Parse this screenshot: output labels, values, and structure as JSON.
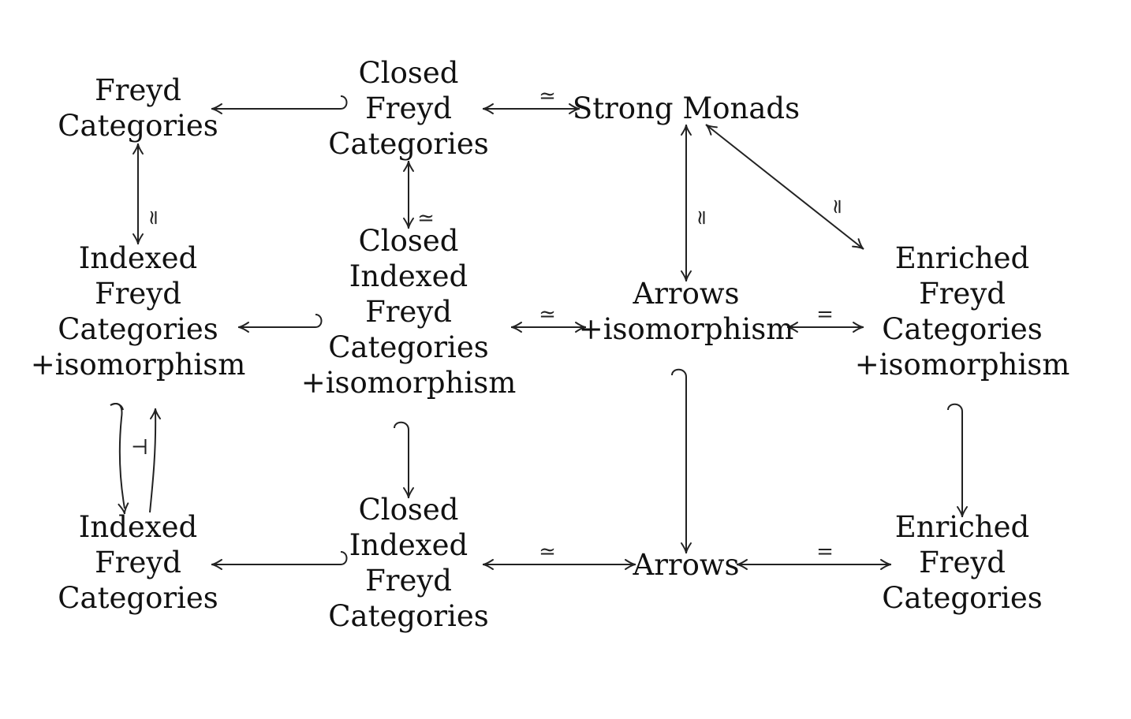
{
  "nodes": {
    "freyd": [
      "Freyd",
      "Categories"
    ],
    "closed_freyd": [
      "Closed",
      "Freyd",
      "Categories"
    ],
    "strong_monads": [
      "Strong Monads"
    ],
    "indexed_freyd_iso": [
      "Indexed",
      "Freyd",
      "Categories",
      "+isomorphism"
    ],
    "closed_indexed_freyd_iso": [
      "Closed",
      "Indexed",
      "Freyd",
      "Categories",
      "+isomorphism"
    ],
    "arrows_iso": [
      "Arrows",
      "+isomorphism"
    ],
    "enriched_freyd_iso": [
      "Enriched",
      "Freyd",
      "Categories",
      "+isomorphism"
    ],
    "indexed_freyd": [
      "Indexed",
      "Freyd",
      "Categories"
    ],
    "closed_indexed_freyd": [
      "Closed",
      "Indexed",
      "Freyd",
      "Categories"
    ],
    "arrows": [
      "Arrows"
    ],
    "enriched_freyd": [
      "Enriched",
      "Freyd",
      "Categories"
    ]
  },
  "labels": {
    "equiv": "≃",
    "equal": "=",
    "adjoint": "⊣"
  }
}
